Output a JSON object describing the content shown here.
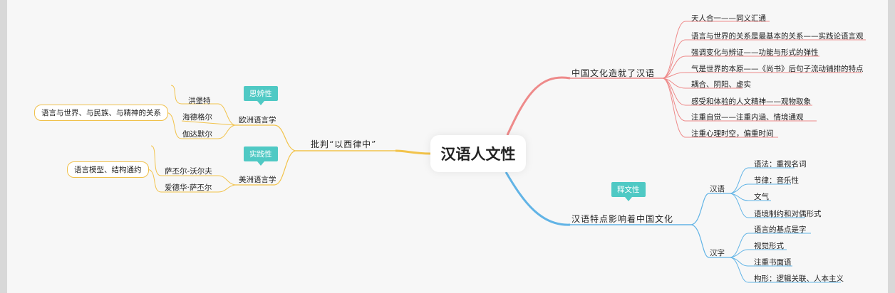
{
  "root": "汉语人文性",
  "right_top": {
    "title": "中国文化造就了汉语",
    "items": [
      "天人合一——同义汇通",
      "语言与世界的关系是最基本的关系——实践论语言观",
      "强调变化与辨证——功能与形式的弹性",
      "气是世界的本原——《尚书》后句子流动铺排的特点",
      "耦合、阴阳、虚实",
      "感受和体验的人文精神——观物取象",
      "注重自觉——注重内涵、情境通观",
      "注重心理时空，偏重时间"
    ]
  },
  "right_bottom": {
    "title": "汉语特点影响着中国文化",
    "tag": "释文性",
    "groups": [
      {
        "label": "汉语",
        "items": [
          "语法：重视名词",
          "节律：音乐性",
          "文气",
          "语境制约和对偶形式"
        ]
      },
      {
        "label": "汉字",
        "items": [
          "语言的基点是字",
          "视觉形式",
          "注重书面语",
          "构形：逻辑关联、人本主义"
        ]
      }
    ]
  },
  "left": {
    "title": "批判“以西律中”",
    "groups": [
      {
        "label": "欧洲语言学",
        "tag": "思辨性",
        "people": [
          "洪堡特",
          "海德格尔",
          "伽达默尔"
        ],
        "note": "语言与世界、与民族、与精神的关系"
      },
      {
        "label": "美洲语言学",
        "tag": "实践性",
        "people": [
          "萨丕尔-沃尔夫",
          "爱德华·萨丕尔"
        ],
        "note": "语言模型、结构通约"
      }
    ]
  },
  "colors": {
    "red": "#ee8a8a",
    "blue": "#62b4e6",
    "yellow": "#f2c34b",
    "teal": "#4fc9c4"
  }
}
